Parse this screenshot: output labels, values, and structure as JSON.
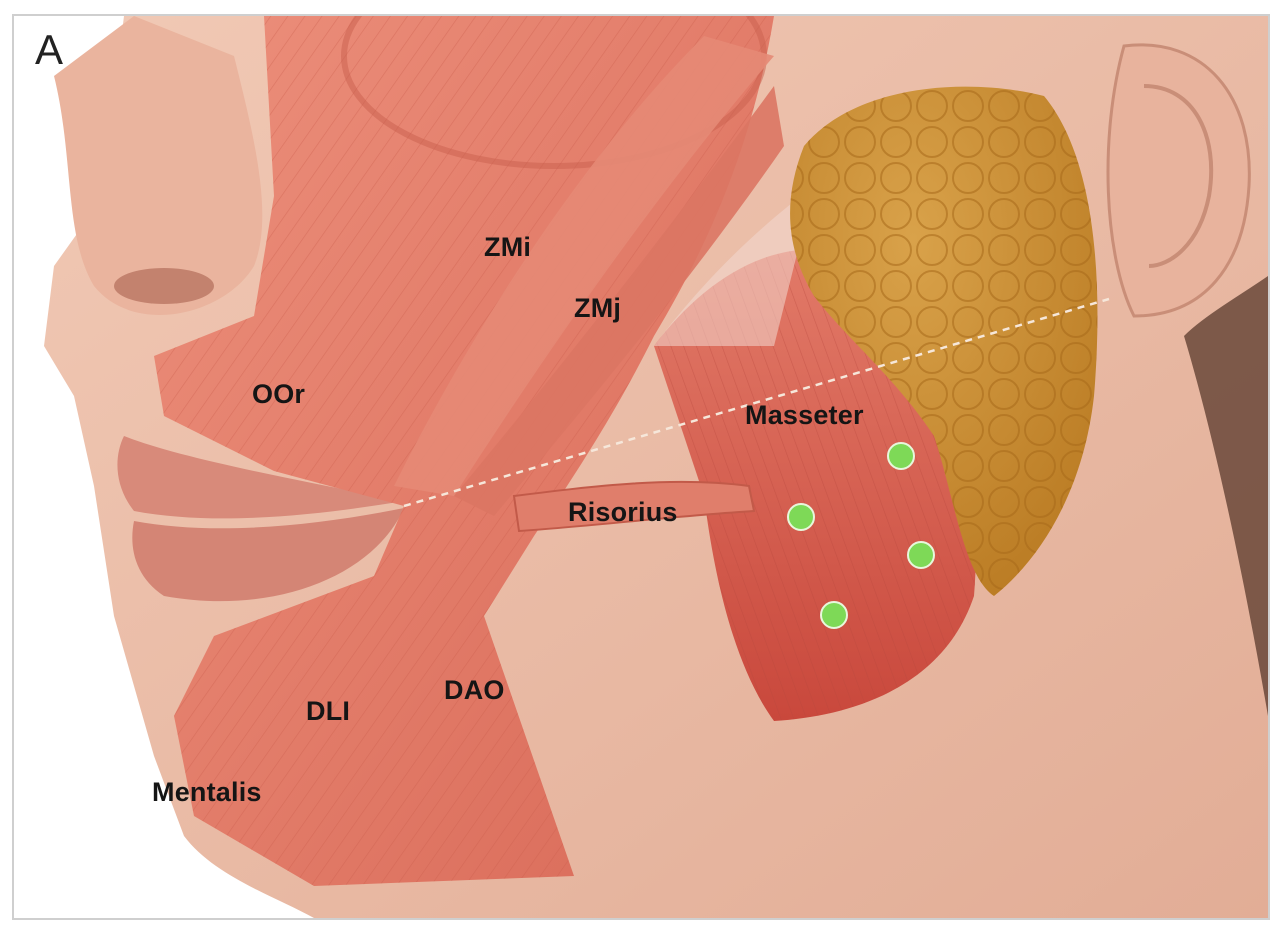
{
  "panel_letter": "A",
  "labels": {
    "zmi": "ZMi",
    "zmj": "ZMj",
    "oor": "OOr",
    "masseter": "Masseter",
    "risorius": "Risorius",
    "dli": "DLI",
    "dao": "DAO",
    "mentalis": "Mentalis"
  },
  "colors": {
    "skin": "#e9b9a3",
    "muscle": "#e07a67",
    "masseter": "#d4574a",
    "parotid": "#c98a2a",
    "injection_point": "#7ed957",
    "guide_line": "#f5e6d8"
  }
}
